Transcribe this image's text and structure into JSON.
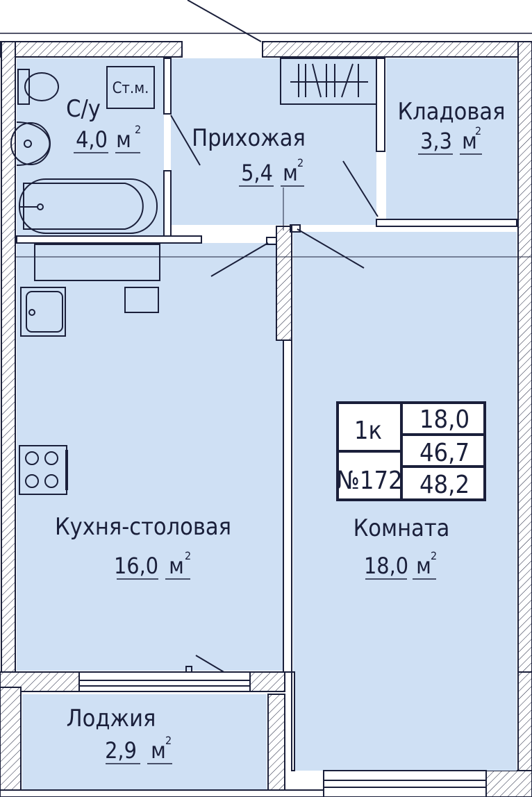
{
  "colors": {
    "room_fill": "#cfe0f4",
    "wall": "#ffffff",
    "ink": "#1a1f3a"
  },
  "rooms": {
    "bathroom": {
      "name": "С/у",
      "area": "4,0",
      "unit": "м",
      "sup": "2"
    },
    "hallway": {
      "name": "Прихожая",
      "area": "5,4",
      "unit": "м",
      "sup": "2"
    },
    "storage": {
      "name": "Кладовая",
      "area": "3,3",
      "unit": "м",
      "sup": "2"
    },
    "kitchen": {
      "name": "Кухня-столовая",
      "area": "16,0",
      "unit": "м",
      "sup": "2"
    },
    "room": {
      "name": "Комната",
      "area": "18,0",
      "unit": "м",
      "sup": "2"
    },
    "loggia": {
      "name": "Лоджия",
      "area": "2,9",
      "unit": "м",
      "sup": "2"
    }
  },
  "washer_label": "Ст.м.",
  "info_box": {
    "type": "1к",
    "number": "№172",
    "living_area": "18,0",
    "total_area": "46,7",
    "total_with_loggia": "48,2"
  }
}
